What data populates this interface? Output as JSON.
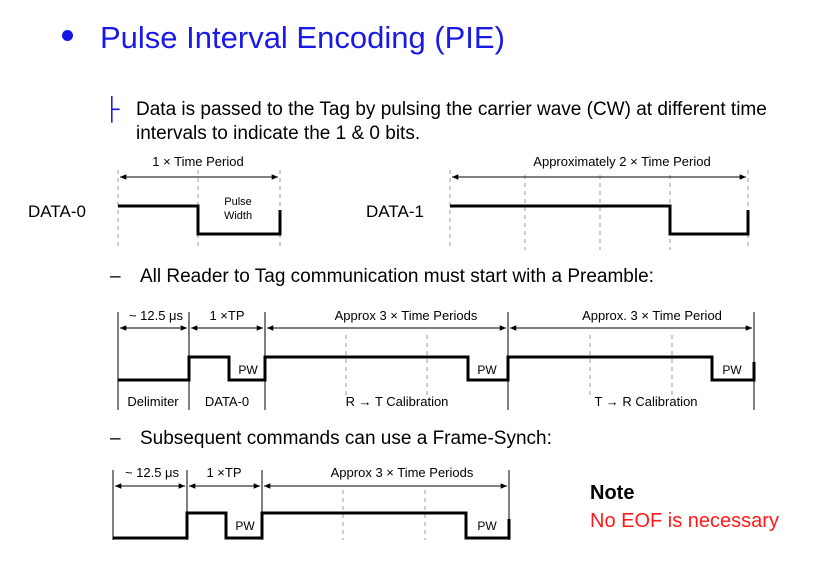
{
  "title": "Pulse Interval Encoding (PIE)",
  "intro": {
    "line1": "Data is passed to the Tag by pulsing the carrier wave (CW) at different time",
    "line2": "intervals to indicate the 1 & 0 bits."
  },
  "data0": {
    "label": "DATA-0",
    "span_label": "1 × Time Period",
    "pulse_line1": "Pulse",
    "pulse_line2": "Width"
  },
  "data1": {
    "label": "DATA-1",
    "span_label": "Approximately 2 × Time Period"
  },
  "preamble": {
    "heading": "All Reader to Tag communication must start with a Preamble:",
    "span_delim": "~ 12.5 μs",
    "span_tp": "1 ×TP",
    "span_rtcal": "Approx 3 × Time Periods",
    "span_trcal": "Approx. 3 × Time Period",
    "pw1": "PW",
    "pw2": "PW",
    "pw3": "PW",
    "label_delimiter": "Delimiter",
    "label_data0": "DATA-0",
    "label_rtcal": "R → T Calibration",
    "label_trcal": "T → R Calibration"
  },
  "framesync": {
    "heading": "Subsequent commands can use a Frame-Synch:",
    "span_delim": "~ 12.5 μs",
    "span_tp": "1 ×TP",
    "span_rtcal": "Approx 3 × Time Periods",
    "pw1": "PW",
    "pw2": "PW"
  },
  "note": {
    "heading": "Note",
    "text": "No EOF is necessary"
  },
  "colors": {
    "title": "#1a1ae8",
    "note_text": "#ff1a1a"
  }
}
